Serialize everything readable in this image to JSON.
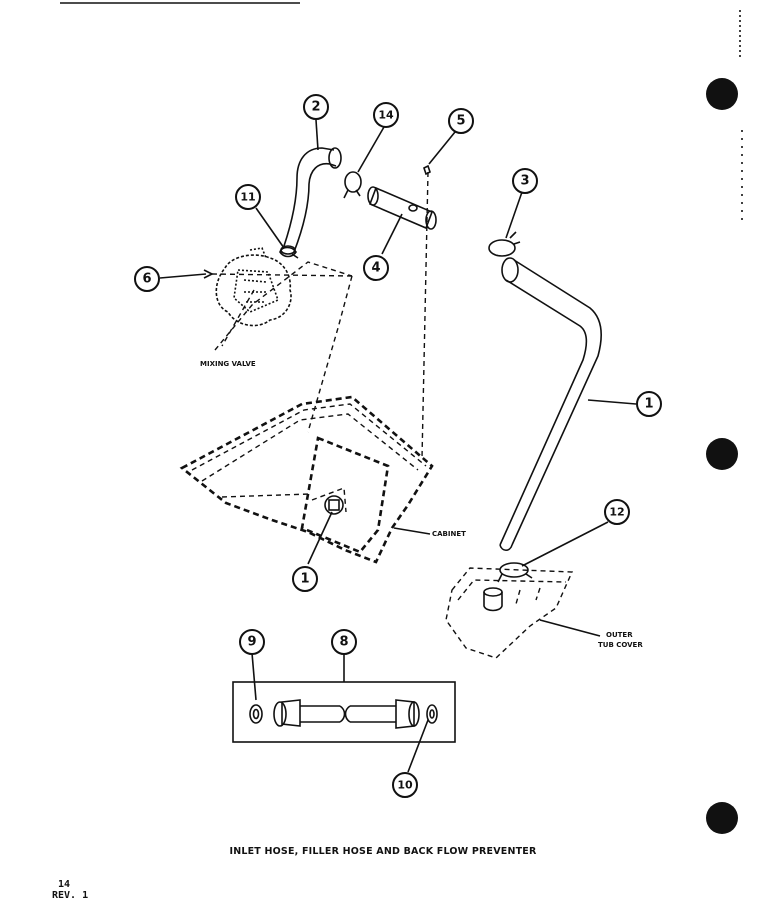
{
  "callouts": {
    "c1a": "1",
    "c1b": "1",
    "c2": "2",
    "c3": "3",
    "c4": "4",
    "c5": "5",
    "c6": "6",
    "c8": "8",
    "c9": "9",
    "c10": "10",
    "c11": "11",
    "c12": "12",
    "c14": "14"
  },
  "labels": {
    "mixing_valve": "MIXING VALVE",
    "cabinet": "CABINET",
    "outer_tub_cover_1": "OUTER",
    "outer_tub_cover_2": "TUB COVER"
  },
  "caption": "INLET HOSE, FILLER HOSE AND BACK FLOW PREVENTER",
  "page_number": "14",
  "revision": "REV. 1",
  "colors": {
    "ink": "#111111",
    "paper": "#ffffff"
  }
}
